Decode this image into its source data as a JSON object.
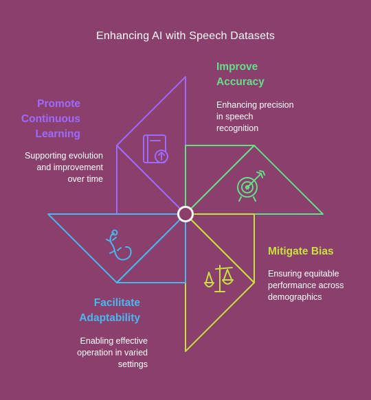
{
  "title": "Enhancing AI with Speech Datasets",
  "colors": {
    "background": "#8B3F6C",
    "purple": "#9D6BFF",
    "green": "#63E08A",
    "lime": "#C9E040",
    "blue": "#49B8F0",
    "center_ring": "#FFFFFF"
  },
  "items": [
    {
      "id": "promote",
      "heading_lines": [
        "Promote",
        "Continuous",
        "Learning"
      ],
      "desc_lines": [
        "Supporting evolution",
        "and improvement",
        "over time"
      ],
      "icon": "book-upload-icon",
      "color": "#9D6BFF"
    },
    {
      "id": "accuracy",
      "heading_lines": [
        "Improve",
        "Accuracy"
      ],
      "desc_lines": [
        "Enhancing precision",
        "in speech",
        "recognition"
      ],
      "icon": "target-icon",
      "color": "#63E08A"
    },
    {
      "id": "bias",
      "heading_lines": [
        "Mitigate Bias"
      ],
      "desc_lines": [
        "Ensuring equitable",
        "performance across",
        "demographics"
      ],
      "icon": "scales-icon",
      "color": "#C9E040"
    },
    {
      "id": "adaptability",
      "heading_lines": [
        "Facilitate",
        "Adaptability"
      ],
      "desc_lines": [
        "Enabling effective",
        "operation in varied",
        "settings"
      ],
      "icon": "lizard-icon",
      "color": "#49B8F0"
    }
  ]
}
